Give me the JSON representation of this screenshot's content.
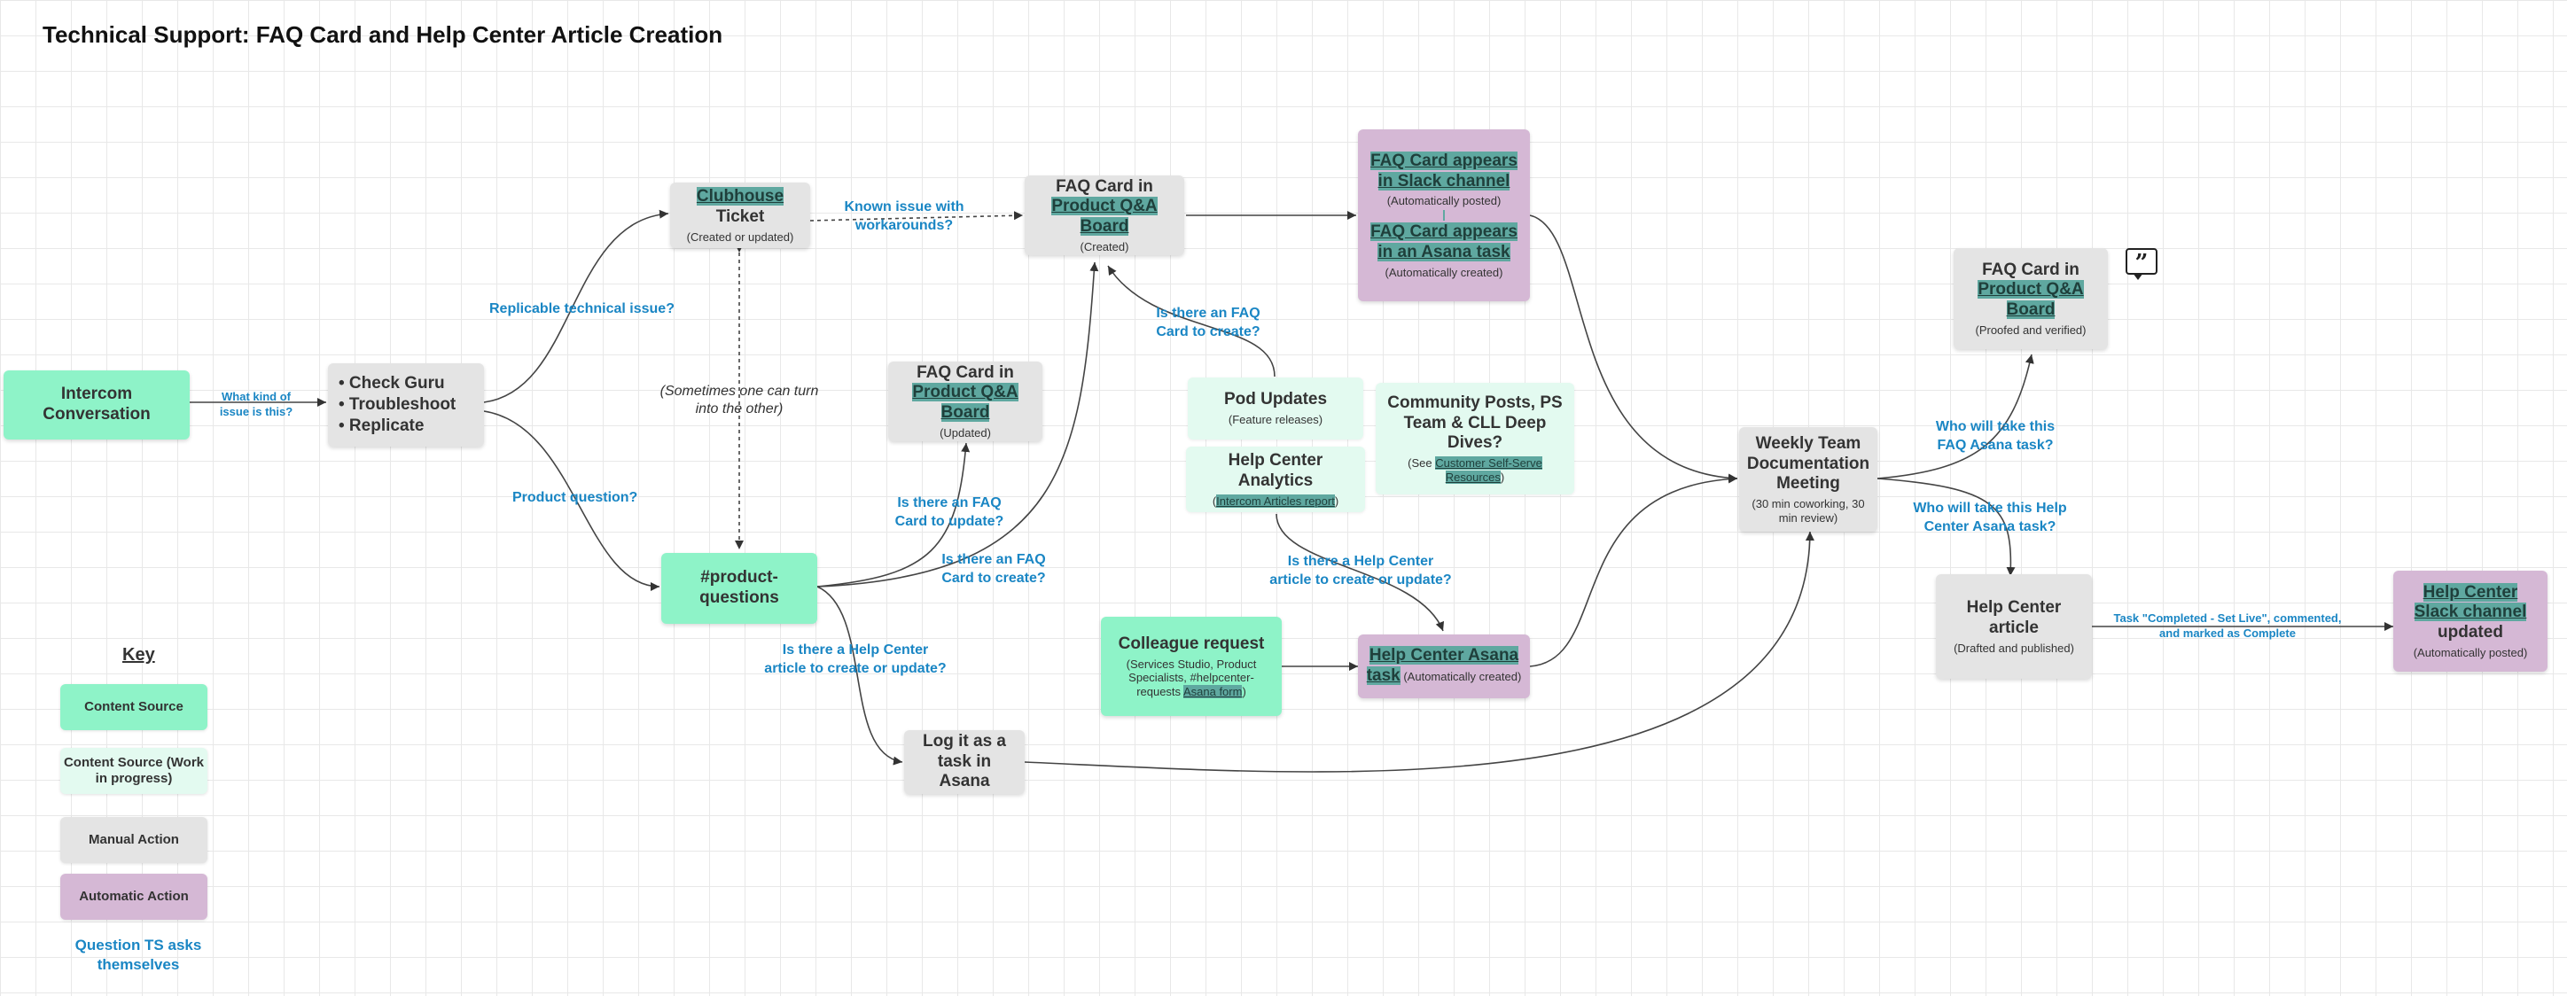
{
  "title": "Technical Support: FAQ Card and Help Center Article Creation",
  "colors": {
    "content_source": "#8ef3c8",
    "content_source_wip": "#e3faf0",
    "manual_action": "#e4e4e4",
    "automatic_action": "#d5b8d5",
    "question": "#1a86c4",
    "highlight": "#5fa8a0"
  },
  "nodes": {
    "intercom": "Intercom Conversation",
    "check": {
      "items": [
        "• Check Guru",
        "• Troubleshoot",
        "• Replicate"
      ]
    },
    "clubhouse": {
      "hl": "Clubhouse",
      "rest": " Ticket",
      "sub": "(Created or updated)"
    },
    "faq_created": {
      "line1": "FAQ Card in",
      "hl": "Product Q&A Board",
      "sub": "(Created)"
    },
    "auto_posted": {
      "hl1": "FAQ Card appears in Slack channel",
      "sub1": "(Automatically posted)",
      "hl2": "FAQ Card appears in an Asana task",
      "sub2": "(Automatically created)"
    },
    "faq_proofed": {
      "line1": "FAQ Card in",
      "hl": "Product Q&A Board",
      "sub": "(Proofed and verified)"
    },
    "faq_updated": {
      "line1": "FAQ Card in",
      "hl": "Product Q&A Board",
      "sub": "(Updated)"
    },
    "pod_updates": {
      "title": "Pod Updates",
      "sub": "(Feature releases)"
    },
    "community": {
      "title": "Community Posts, PS Team & CLL Deep Dives?",
      "sub_pre": "(See ",
      "hl": "Customer Self-Serve Resources",
      "sub_post": ")"
    },
    "hc_analytics": {
      "title": "Help Center Analytics",
      "sub_pre": "(",
      "hl": "Intercom Articles report",
      "sub_post": ")"
    },
    "weekly": {
      "title": "Weekly Team Documentation Meeting",
      "sub": "(30 min coworking, 30 min review)"
    },
    "product_questions": "#product-questions",
    "colleague": {
      "title": "Colleague request",
      "sub": "(Services Studio, Product Specialists, #helpcenter-requests",
      "hl": "Asana form",
      "sub_post": ")"
    },
    "hc_asana": {
      "hl": "Help Center Asana task",
      "sub": " (Automatically created)"
    },
    "hc_article": {
      "title": "Help Center article",
      "sub": "(Drafted and published)"
    },
    "hc_slack": {
      "hl": "Help Center Slack channel",
      "rest": " updated",
      "sub": "(Automatically posted)"
    },
    "log_task": "Log it as a task in Asana"
  },
  "labels": {
    "what_kind": "What kind of issue is this?",
    "replicable": "Replicable technical issue?",
    "product_q": "Product question?",
    "known_issue": "Known issue with workarounds?",
    "sometimes": "(Sometimes one can turn into the other)",
    "faq_create_top": "Is there an FAQ Card to create?",
    "faq_update": "Is there an FAQ Card to update?",
    "faq_create_bottom": "Is there an FAQ Card to create?",
    "hc_create_left": "Is there a Help Center article to create or update?",
    "hc_create_mid": "Is there a Help Center article to create or update?",
    "who_faq": "Who will take this FAQ Asana task?",
    "who_hc": "Who will take this Help Center Asana task?",
    "task_completed": "Task \"Completed - Set Live\", commented, and marked as Complete"
  },
  "key": {
    "title": "Key",
    "content_source": "Content Source",
    "content_source_wip": "Content Source (Work in progress)",
    "manual_action": "Manual Action",
    "automatic_action": "Automatic Action",
    "question": "Question TS asks themselves"
  },
  "icons": {
    "comment": "quote-comment-icon"
  }
}
